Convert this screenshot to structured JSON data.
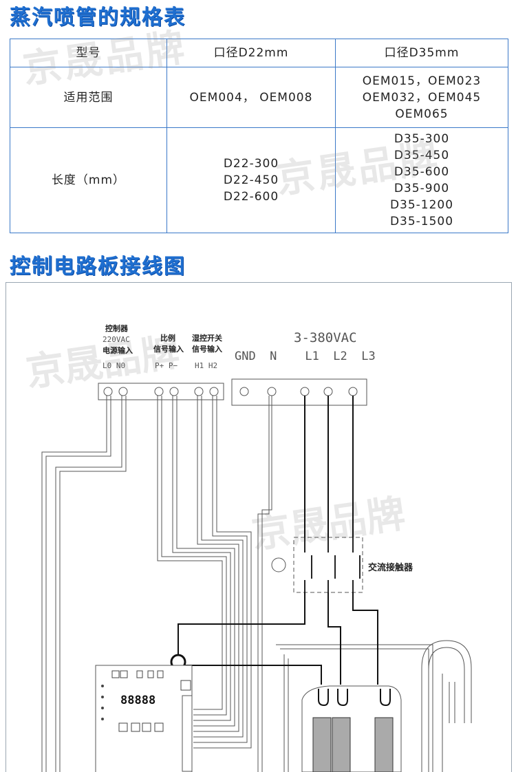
{
  "spec_section": {
    "title": "蒸汽喷管的规格表",
    "table": {
      "header": {
        "model": "型号",
        "d22": "口径D22mm",
        "d35": "口径D35mm"
      },
      "range_row": {
        "label": "适用范围",
        "d22": "OEM004， OEM008",
        "d35_lines": [
          "OEM015，OEM023",
          "OEM032，OEM045",
          "OEM065"
        ]
      },
      "length_row": {
        "label": "长度（mm）",
        "d22_lines": [
          "D22-300",
          "D22-450",
          "D22-600"
        ],
        "d35_lines": [
          "D35-300",
          "D35-450",
          "D35-600",
          "D35-900",
          "D35-1200",
          "D35-1500"
        ]
      }
    }
  },
  "wiring_section": {
    "title": "控制电路板接线图",
    "terminal_groups": {
      "controller_power": {
        "line1": "控制器",
        "line2": "220VAC",
        "line3": "电源输入",
        "pins": "L0   N0"
      },
      "proportional": {
        "line1": "比例",
        "line2": "信号输入",
        "pins": "P+  P−"
      },
      "humidistat": {
        "line1": "湿控开关",
        "line2": "信号输入",
        "pins": "H1  H2"
      }
    },
    "supply": {
      "voltage": "3-380VAC",
      "pins": "GND  N    L1  L2  L3"
    },
    "contactor_label": "交流接触器",
    "board": {
      "display": "88888"
    }
  },
  "watermark_text": "京晟品牌",
  "colors": {
    "title": "#1f6fd0",
    "border": "#3a78c8",
    "wire": "#111111",
    "diagram_line": "#444444"
  }
}
